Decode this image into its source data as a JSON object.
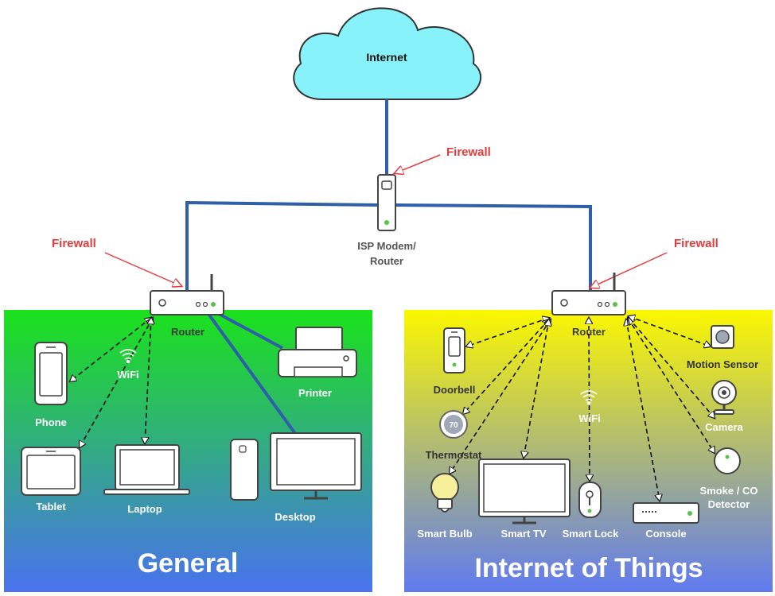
{
  "colors": {
    "link": "#2f5fa8",
    "firewall": "#e83a3a",
    "cloud": "#88f2fb",
    "general_top": "#1be21b",
    "general_bottom": "#4a72ee",
    "iot_top": "#fbf700",
    "iot_bottom": "#5f7af0"
  },
  "internet": {
    "label": "Internet"
  },
  "isp": {
    "label_line1": "ISP Modem/",
    "label_line2": "Router"
  },
  "firewalls": {
    "top": "Firewall",
    "left": "Firewall",
    "right": "Firewall"
  },
  "general": {
    "title": "General",
    "router": "Router",
    "wifi": "WiFi",
    "devices": {
      "phone": "Phone",
      "tablet": "Tablet",
      "laptop": "Laptop",
      "printer": "Printer",
      "desktop": "Desktop"
    }
  },
  "iot": {
    "title": "Internet of Things",
    "router": "Router",
    "wifi": "WiFi",
    "thermostat_value": "70",
    "devices": {
      "doorbell": "Doorbell",
      "thermostat": "Thermostat",
      "smart_bulb": "Smart Bulb",
      "smart_tv": "Smart TV",
      "smart_lock": "Smart Lock",
      "console": "Console",
      "motion_sensor": "Motion Sensor",
      "camera": "Camera",
      "smoke_line1": "Smoke / CO",
      "smoke_line2": "Detector"
    }
  }
}
